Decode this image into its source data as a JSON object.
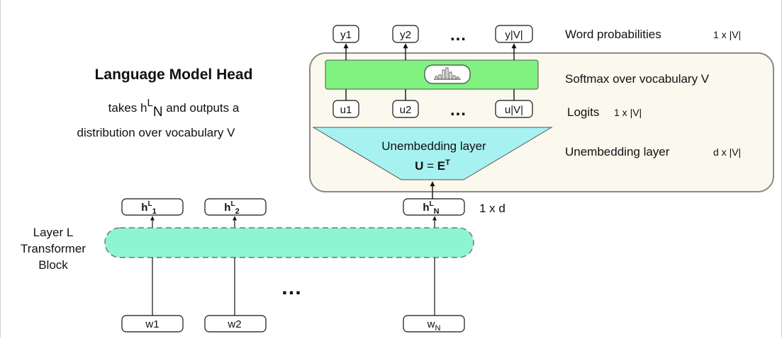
{
  "colors": {
    "head_panel_fill": "#fbf8ee",
    "head_panel_stroke": "#8a8a8a",
    "softmax_fill": "#7ff27f",
    "unembed_fill": "#a8f1f1",
    "transformer_fill": "#8ef5d2"
  },
  "head_title": {
    "title": "Language Model Head",
    "desc_prefix": "takes h",
    "desc_sup": "L",
    "desc_sub": "N",
    "desc_suffix": " and outputs a",
    "desc_line2": "distribution over vocabulary V"
  },
  "outputs": {
    "items": [
      "y1",
      "y2",
      "y|V|"
    ],
    "dots": "…",
    "label": "Word probabilities",
    "dim": "1 x |V|"
  },
  "softmax": {
    "label": "Softmax over vocabulary V",
    "icon": "histogram-icon"
  },
  "logits": {
    "items": [
      "u1",
      "u2",
      "u|V|"
    ],
    "dots": "…",
    "label": "Logits",
    "dim": "1 x |V|"
  },
  "unembedding": {
    "inner_label": "Unembedding layer",
    "formula_lhs": "U",
    "formula_eq": " = ",
    "formula_rhs": "E",
    "formula_sup": "T",
    "label": "Unembedding layer",
    "dim": "d x |V|"
  },
  "hidden": {
    "base": "h",
    "sup": "L",
    "subs": [
      "1",
      "2",
      "N"
    ],
    "dim": "1 x d"
  },
  "transformer": {
    "label_lines": [
      "Layer L",
      "Transformer",
      "Block"
    ],
    "dots": "…"
  },
  "inputs": {
    "items": [
      "w1",
      "w2"
    ],
    "last_base": "w",
    "last_sub": "N"
  },
  "arrow_icon": "arrow-up-icon"
}
